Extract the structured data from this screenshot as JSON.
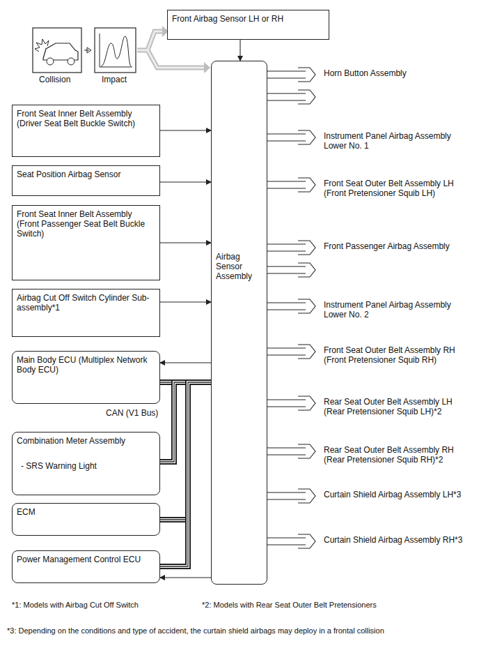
{
  "diagram": {
    "nodes": [
      {
        "text": [
          "Front Airbag Sensor LH or RH"
        ]
      },
      {
        "text": [
          "Front Seat Inner Belt Assembly (Driver Seat Belt Buckle Switch)"
        ]
      },
      {
        "text": [
          "Seat Position Airbag Sensor"
        ]
      },
      {
        "text": [
          "Front Seat Inner Belt Assembly (Front Passenger Seat Belt Buckle Switch)"
        ]
      },
      {
        "text": [
          "Airbag Cut Off Switch Cylinder Sub-assembly*1"
        ]
      },
      {
        "text": [
          "Main Body ECU (Multiplex Network Body ECU)"
        ]
      },
      {
        "text": [
          "Combination Meter Assembly",
          "- SRS Warning Light"
        ]
      },
      {
        "text": [
          "ECM"
        ]
      },
      {
        "text": [
          "Power Management Control ECU"
        ]
      },
      {
        "text": [
          "Airbag Sensor Assembly"
        ]
      },
      {
        "text": [
          "Horn Button Assembly"
        ]
      },
      {
        "text": [
          "Instrument Panel Airbag Assembly Lower No. 1"
        ]
      },
      {
        "text": [
          "Front Seat Outer Belt Assembly LH (Front Pretensioner Squib LH)"
        ]
      },
      {
        "text": [
          "Front Passenger Airbag Assembly"
        ]
      },
      {
        "text": [
          "Instrument Panel Airbag Assembly Lower No. 2"
        ]
      },
      {
        "text": [
          "Front Seat Outer Belt Assembly RH (Front Pretensioner Squib RH)"
        ]
      },
      {
        "text": [
          "Rear Seat Outer Belt Assembly LH (Rear Pretensioner Squib LH)*2"
        ]
      },
      {
        "text": [
          "Rear Seat Outer Belt Assembly RH (Rear Pretensioner Squib RH)*2"
        ]
      },
      {
        "text": [
          "Curtain Shield Airbag Assembly LH*3"
        ]
      },
      {
        "text": [
          "Curtain Shield Airbag Assembly RH*3"
        ]
      }
    ],
    "edges": [
      {
        "from": 0,
        "to": 9,
        "arrow": "to"
      },
      {
        "from": 1,
        "to": 9,
        "arrow": "to"
      },
      {
        "from": 2,
        "to": 9,
        "arrow": "to"
      },
      {
        "from": 3,
        "to": 9,
        "arrow": "to"
      },
      {
        "from": 4,
        "to": 9,
        "arrow": "to"
      },
      {
        "from": 9,
        "to": 5,
        "arrow": "to"
      },
      {
        "from": 9,
        "to": 8,
        "arrow": "to"
      },
      {
        "from": 9,
        "to": 5,
        "arrow": "none"
      },
      {
        "from": 9,
        "to": 6,
        "arrow": "none"
      },
      {
        "from": 9,
        "to": 7,
        "arrow": "none"
      },
      {
        "from": 9,
        "to": 8,
        "arrow": "none"
      },
      {
        "from": 9,
        "to": 10,
        "arrow": "none"
      },
      {
        "from": 9,
        "to": 11,
        "arrow": "none"
      },
      {
        "from": 9,
        "to": 12,
        "arrow": "none"
      },
      {
        "from": 9,
        "to": 13,
        "arrow": "none"
      },
      {
        "from": 9,
        "to": 14,
        "arrow": "none"
      },
      {
        "from": 9,
        "to": 15,
        "arrow": "none"
      },
      {
        "from": 9,
        "to": 16,
        "arrow": "none"
      },
      {
        "from": 9,
        "to": 17,
        "arrow": "none"
      },
      {
        "from": 9,
        "to": 18,
        "arrow": "none"
      },
      {
        "from": 9,
        "to": 19,
        "arrow": "none"
      }
    ],
    "labels": [
      "Collision",
      "Impact",
      "CAN (V1 Bus)",
      "*1: Models with Airbag Cut Off Switch",
      "*2: Models with Rear Seat Outer Belt Pretensioners",
      "*3: Depending on the conditions and type of accident, the curtain shield airbags may deploy in a frontal collision"
    ]
  }
}
